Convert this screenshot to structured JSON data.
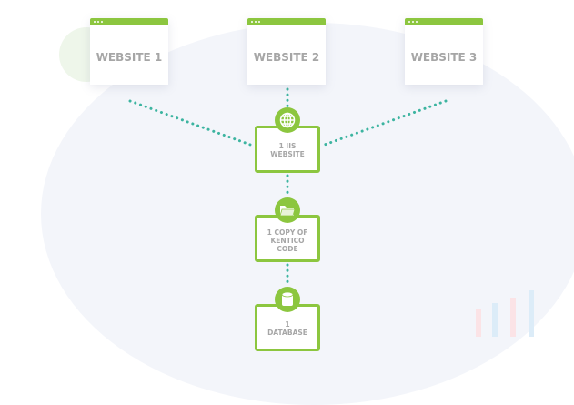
{
  "websites": [
    {
      "label": "WEBSITE 1"
    },
    {
      "label": "WEBSITE 2"
    },
    {
      "label": "WEBSITE 3"
    }
  ],
  "nodes": {
    "iis": {
      "label_line1": "1 IIS",
      "label_line2": "WEBSITE",
      "icon": "globe-icon"
    },
    "code": {
      "label_line1": "1 COPY OF",
      "label_line2": "KENTICO",
      "label_line3": "CODE",
      "icon": "folder-icon"
    },
    "database": {
      "label_line1": "1",
      "label_line2": "DATABASE",
      "icon": "database-icon"
    }
  },
  "colors": {
    "accent": "#8cc63f",
    "connector": "#3cb4a0",
    "text": "#a6a6a6"
  }
}
